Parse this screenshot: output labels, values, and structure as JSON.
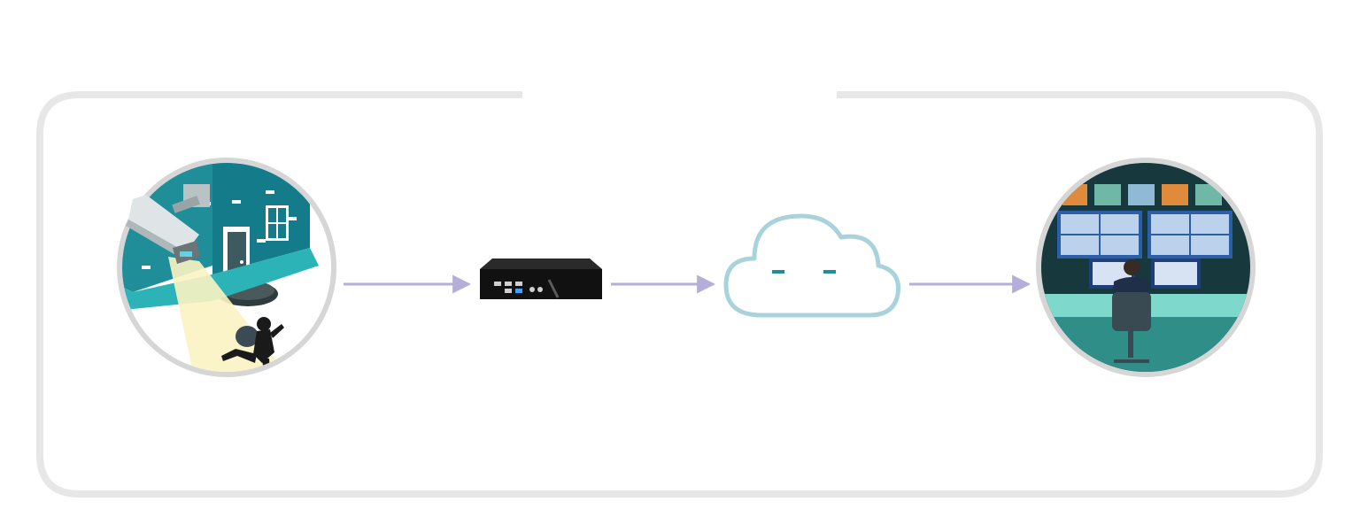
{
  "diagram": {
    "frame": {
      "color": "#e7e7e7"
    },
    "arrow_color": "#b4aed8",
    "nodes": [
      {
        "id": "camera-scene",
        "icon": "security-camera-burglar-icon"
      },
      {
        "id": "edge-box",
        "icon": "mini-pc-icon"
      },
      {
        "id": "cloud",
        "icon": "cloud-icon"
      },
      {
        "id": "control-room",
        "icon": "monitoring-room-icon"
      }
    ],
    "edges": [
      {
        "from": "camera-scene",
        "to": "edge-box"
      },
      {
        "from": "edge-box",
        "to": "cloud"
      },
      {
        "from": "cloud",
        "to": "control-room"
      }
    ],
    "colors": {
      "teal": "#2bb3b8",
      "dark_teal": "#147b8a",
      "cloud_stroke": "#a9d3dc",
      "ring": "#d6d6d6",
      "device": "#111111"
    }
  }
}
